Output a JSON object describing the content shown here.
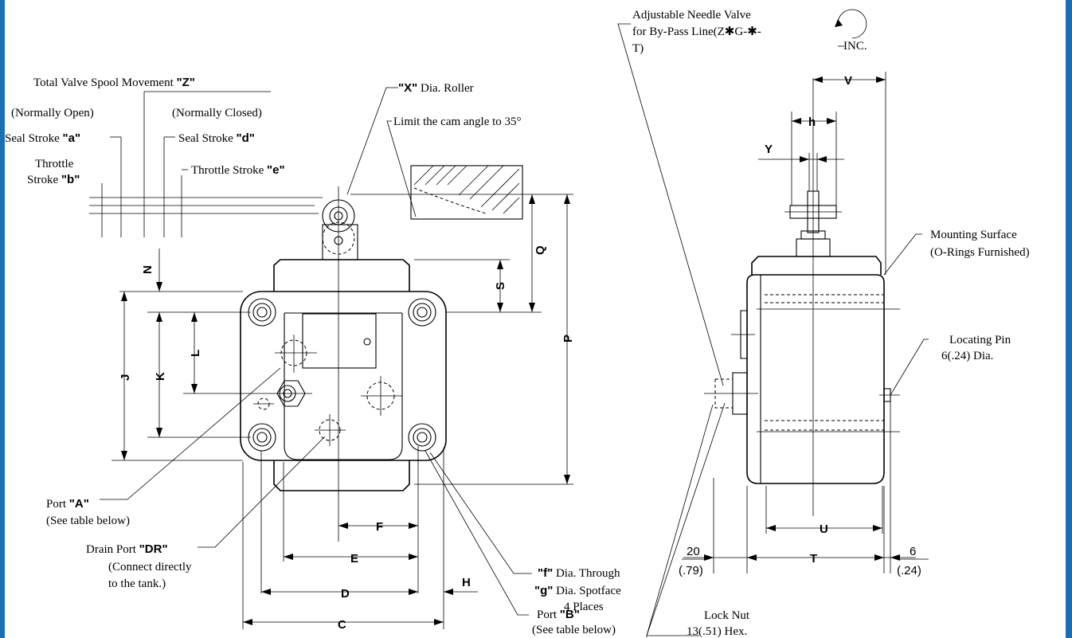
{
  "colors": {
    "frame": "#1a6fb3",
    "ink": "#000000",
    "background": "#ffffff"
  },
  "labels": {
    "needle_valve_1": "Adjustable Needle Valve",
    "needle_valve_2": "for  By-Pass Line(Z✱G-✱-",
    "needle_valve_3": "T)",
    "inc": "INC.",
    "total_spool_prefix": "Total Valve Spool Movement ",
    "total_spool_code": "\"Z\"",
    "normally_open": "(Normally Open)",
    "normally_closed": "(Normally Closed)",
    "seal_stroke_a_prefix": "Seal Stroke ",
    "seal_stroke_a_code": "\"a\"",
    "seal_stroke_d_prefix": "Seal Stroke ",
    "seal_stroke_d_code": "\"d\"",
    "throttle_b_1": "Throttle",
    "throttle_b_2": "Stroke ",
    "throttle_b_code": "\"b\"",
    "throttle_e_prefix": "Throttle Stroke ",
    "throttle_e_code": "\"e\"",
    "roller_code": "\"X\"",
    "roller_suffix": " Dia. Roller",
    "cam_angle": "Limit the cam angle to 35°",
    "mounting_surface_1": "Mounting Surface",
    "mounting_surface_2": "(O-Rings Furnished)",
    "locating_pin_1": "Locating Pin",
    "locating_pin_2": "6(.24) Dia.",
    "port_a_prefix": "Port ",
    "port_a_code": "\"A\"",
    "port_a_note": "(See table below)",
    "drain_prefix": "Drain Port ",
    "drain_code": "\"DR\"",
    "drain_note_1": "(Connect directly",
    "drain_note_2": "to the tank.)",
    "f_code": "\"f\"",
    "f_suffix": " Dia. Through",
    "g_code": "\"g\"",
    "g_suffix": " Dia. Spotface",
    "places": "4 Places",
    "port_b_prefix": "Port ",
    "port_b_code": "\"B\"",
    "port_b_note": "(See table below)",
    "lock_nut_1": "Lock Nut",
    "lock_nut_2": "13(.51) Hex.",
    "dim_20": "20",
    "dim_79": "(.79)",
    "dim_6": "6",
    "dim_24": "(.24)"
  },
  "dims": {
    "V": "V",
    "h": "h",
    "Y": "Y",
    "Q": "Q",
    "P": "P",
    "S": "S",
    "N": "N",
    "J": "J",
    "K": "K",
    "L": "L",
    "F": "F",
    "E": "E",
    "D": "D",
    "H": "H",
    "C": "C",
    "U": "U",
    "T": "T"
  }
}
